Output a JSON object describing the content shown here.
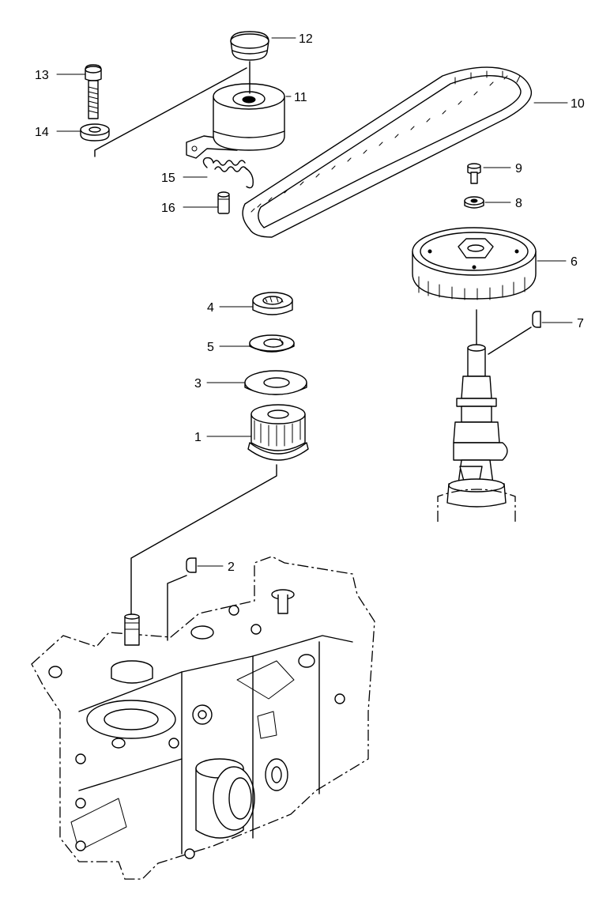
{
  "callouts": {
    "p1": "1",
    "p2": "2",
    "p3": "3",
    "p4": "4",
    "p5": "5",
    "p6": "6",
    "p7": "7",
    "p8": "8",
    "p9": "9",
    "p10": "10",
    "p11": "11",
    "p12": "12",
    "p13": "13",
    "p14": "14",
    "p15": "15",
    "p16": "16"
  }
}
